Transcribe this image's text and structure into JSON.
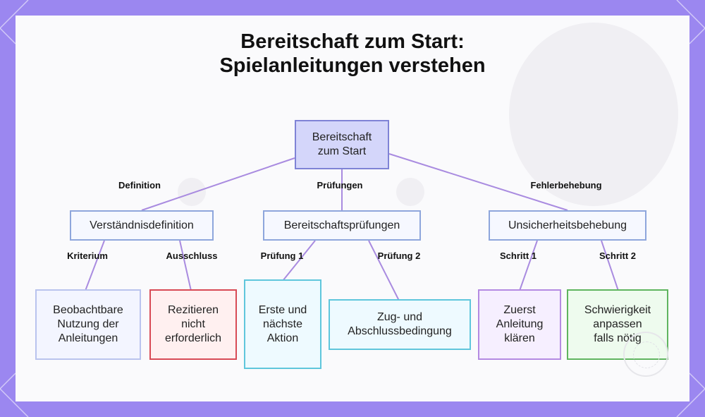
{
  "title": {
    "line1": "Bereitschaft zum Start:",
    "line2": "Spielanleitungen verstehen"
  },
  "root": {
    "line1": "Bereitschaft",
    "line2": "zum Start"
  },
  "branches": [
    {
      "edge_label": "Definition",
      "node": "Verständnisdefinition",
      "children": [
        {
          "edge_label": "Kriterium",
          "lines": [
            "Beobachtbare",
            "Nutzung der",
            "Anleitungen"
          ]
        },
        {
          "edge_label": "Ausschluss",
          "lines": [
            "Rezitieren",
            "nicht",
            "erforderlich"
          ]
        }
      ]
    },
    {
      "edge_label": "Prüfungen",
      "node": "Bereitschaftsprüfungen",
      "children": [
        {
          "edge_label": "Prüfung 1",
          "lines": [
            "Erste und",
            "nächste",
            "Aktion"
          ]
        },
        {
          "edge_label": "Prüfung 2",
          "lines": [
            "Zug- und",
            "Abschlussbedingung"
          ]
        }
      ]
    },
    {
      "edge_label": "Fehlerbehebung",
      "node": "Unsicherheitsbehebung",
      "children": [
        {
          "edge_label": "Schritt 1",
          "lines": [
            "Zuerst",
            "Anleitung",
            "klären"
          ]
        },
        {
          "edge_label": "Schritt 2",
          "lines": [
            "Schwierigkeit",
            "anpassen",
            "falls nötig"
          ]
        }
      ]
    }
  ],
  "colors": {
    "frame": "#9b87f0",
    "edge": "#a98be0",
    "root_fill": "#d4d6fa",
    "leaf_borders": [
      "#b9c3ee",
      "#d84a55",
      "#5fc6dc",
      "#5fc6dc",
      "#b48ae2",
      "#5fb55f"
    ]
  }
}
